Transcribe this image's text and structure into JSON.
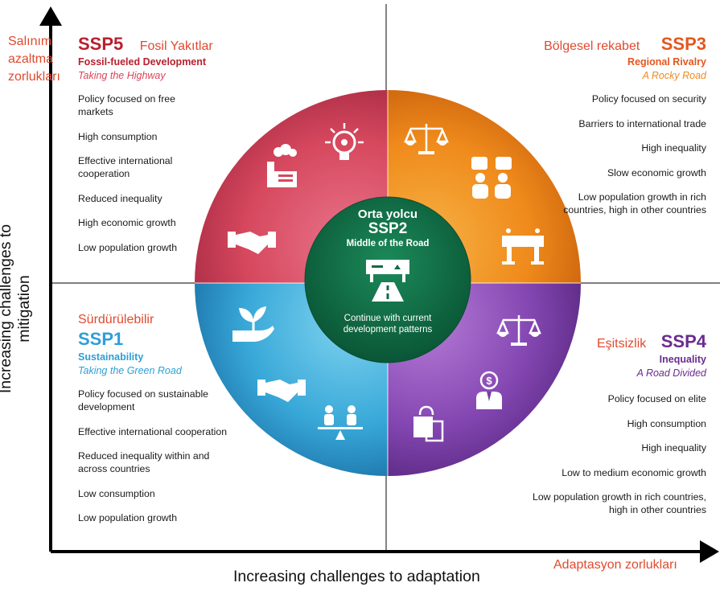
{
  "axes": {
    "y_tr": [
      "Salınım",
      "azaltma",
      "zorlukları"
    ],
    "y_title": "Increasing challenges to mitigation",
    "x_title": "Increasing challenges to adaptation",
    "x_tr": "Adaptasyon zorlukları"
  },
  "ssp5": {
    "code": "SSP5",
    "tr": "Fosil Yakıtlar",
    "name": "Fossil-fueled Development",
    "road": "Taking the Highway",
    "items": [
      "Policy focused on free markets",
      "High consumption",
      "Effective international cooperation",
      "Reduced inequality",
      "High economic growth",
      "Low population growth"
    ]
  },
  "ssp3": {
    "code": "SSP3",
    "tr": "Bölgesel rekabet",
    "name": "Regional Rivalry",
    "road": "A Rocky Road",
    "items": [
      "Policy focused on security",
      "Barriers to international trade",
      "High inequality",
      "Slow economic growth",
      "Low population growth in rich countries, high in other countries"
    ]
  },
  "ssp1": {
    "code": "SSP1",
    "tr": "Sürdürülebilir",
    "name": "Sustainability",
    "road": "Taking the Green Road",
    "items": [
      "Policy focused on sustainable development",
      "Effective international cooperation",
      "Reduced inequality within and across countries",
      "Low consumption",
      "Low population growth"
    ]
  },
  "ssp4": {
    "code": "SSP4",
    "tr": "Eşitsizlik",
    "name": "Inequality",
    "road": "A Road Divided",
    "items": [
      "Policy focused on elite",
      "High consumption",
      "High inequality",
      "Low to medium economic growth",
      "Low population growth in rich countries, high in other countries"
    ]
  },
  "ssp2": {
    "tr": "Orta yolcu",
    "code": "SSP2",
    "name": "Middle of the Road",
    "desc": [
      "Continue with current",
      "development patterns"
    ]
  },
  "colors": {
    "ssp5": "#d9455a",
    "ssp3": "#f08a1e",
    "ssp1": "#2fa9d8",
    "ssp4": "#7a3fa8",
    "ssp2": "#0f6b45",
    "turkish_label": "#e04a2f"
  },
  "icons": {
    "ssp5": [
      "lightbulb-icon",
      "factory-icon",
      "handshake-icon"
    ],
    "ssp3": [
      "scales-icon",
      "debate-people-icon",
      "barrier-icon"
    ],
    "ssp1": [
      "plant-hand-icon",
      "handshake-icon",
      "balanced-people-icon"
    ],
    "ssp4": [
      "scales-icon",
      "businessman-dollar-icon",
      "shopping-bag-icon"
    ],
    "ssp2": [
      "road-sign-icon"
    ]
  }
}
